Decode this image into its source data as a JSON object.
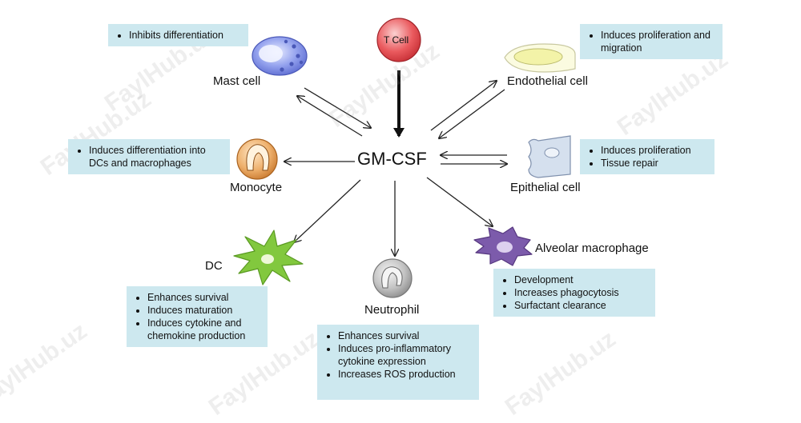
{
  "center_label": "GM-CSF",
  "source": {
    "label": "T Cell"
  },
  "watermark": "FaylHub.uz",
  "colors": {
    "box_bg": "#cde8ef",
    "tcell": "#e8474c",
    "mast_cell": "#7f8fe0",
    "endothelial": "#f3f3a8",
    "epithelial": "#c9d6e6",
    "monocyte": "#e6a35c",
    "dc": "#7cc53b",
    "neutrophil": "#b8b8b8",
    "macrophage": "#7a5aa6"
  },
  "cells": {
    "mast_cell": {
      "label": "Mast cell",
      "effects": [
        "Inhibits differentiation"
      ]
    },
    "endothelial_cell": {
      "label": "Endothelial cell",
      "effects": [
        "Induces proliferation and migration"
      ]
    },
    "epithelial_cell": {
      "label": "Epithelial cell",
      "effects": [
        "Induces proliferation",
        "Tissue repair"
      ]
    },
    "monocyte": {
      "label": "Monocyte",
      "effects": [
        "Induces differentiation into DCs and macrophages"
      ]
    },
    "dc": {
      "label": "DC",
      "effects": [
        "Enhances survival",
        "Induces maturation",
        "Induces cytokine and chemokine production"
      ]
    },
    "neutrophil": {
      "label": "Neutrophil",
      "effects": [
        "Enhances survival",
        "Induces pro-inflammatory cytokine expression",
        "Increases ROS production"
      ]
    },
    "alveolar_macrophage": {
      "label": "Alveolar macrophage",
      "effects": [
        "Development",
        "Increases phagocytosis",
        "Surfactant clearance"
      ]
    }
  }
}
